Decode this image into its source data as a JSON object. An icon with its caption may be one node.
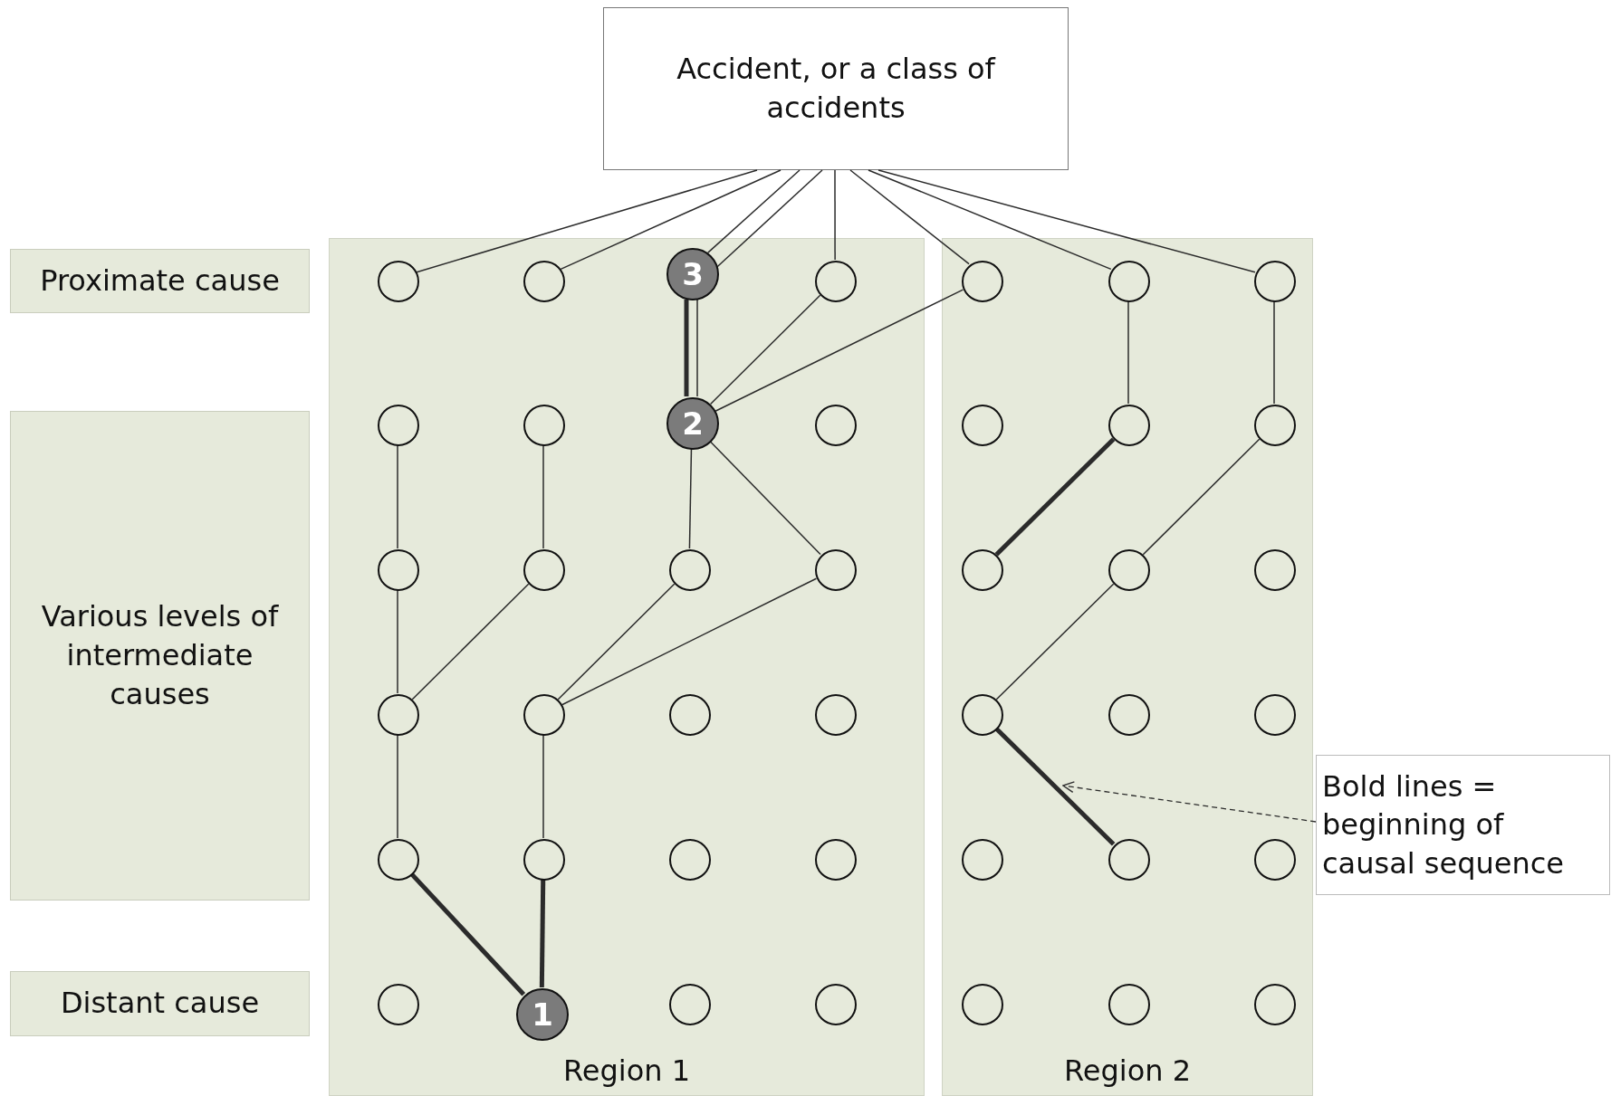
{
  "diagram": {
    "nodes": [
      {
        "text": [
          "Accident, or a class of accidents"
        ]
      },
      {
        "text": [
          "Proximate cause"
        ]
      },
      {
        "text": [
          "Various levels of intermediate causes"
        ]
      },
      {
        "text": [
          "Distant cause"
        ]
      },
      {
        "text": [
          "Region 1"
        ]
      },
      {
        "text": [
          "Region 2"
        ]
      },
      {
        "text": [],
        "shape": "circle",
        "in": 4
      },
      {
        "text": [],
        "shape": "circle",
        "in": 4
      },
      {
        "text": [
          "3"
        ],
        "in": 4
      },
      {
        "text": [],
        "shape": "circle",
        "in": 4
      },
      {
        "text": [],
        "shape": "circle",
        "in": 5
      },
      {
        "text": [],
        "shape": "circle",
        "in": 5
      },
      {
        "text": [],
        "shape": "circle",
        "in": 5
      },
      {
        "text": [],
        "shape": "circle",
        "in": 4
      },
      {
        "text": [],
        "shape": "circle",
        "in": 4
      },
      {
        "text": [
          "2"
        ],
        "in": 4
      },
      {
        "text": [],
        "shape": "circle",
        "in": 4
      },
      {
        "text": [],
        "shape": "circle",
        "in": 5
      },
      {
        "text": [],
        "shape": "circle",
        "in": 5
      },
      {
        "text": [],
        "shape": "circle",
        "in": 5
      },
      {
        "text": [],
        "shape": "circle",
        "in": 4
      },
      {
        "text": [],
        "shape": "circle",
        "in": 4
      },
      {
        "text": [],
        "shape": "circle",
        "in": 4
      },
      {
        "text": [],
        "shape": "circle",
        "in": 4
      },
      {
        "text": [],
        "shape": "circle",
        "in": 5
      },
      {
        "text": [],
        "shape": "circle",
        "in": 5
      },
      {
        "text": [],
        "shape": "circle",
        "in": 5
      },
      {
        "text": [],
        "shape": "circle",
        "in": 4
      },
      {
        "text": [],
        "shape": "circle",
        "in": 4
      },
      {
        "text": [],
        "shape": "circle",
        "in": 4
      },
      {
        "text": [],
        "shape": "circle",
        "in": 4
      },
      {
        "text": [],
        "shape": "circle",
        "in": 5
      },
      {
        "text": [],
        "shape": "circle",
        "in": 5
      },
      {
        "text": [],
        "shape": "circle",
        "in": 5
      },
      {
        "text": [],
        "shape": "circle",
        "in": 4
      },
      {
        "text": [],
        "shape": "circle",
        "in": 4
      },
      {
        "text": [],
        "shape": "circle",
        "in": 4
      },
      {
        "text": [],
        "shape": "circle",
        "in": 4
      },
      {
        "text": [],
        "shape": "circle",
        "in": 5
      },
      {
        "text": [],
        "shape": "circle",
        "in": 5
      },
      {
        "text": [],
        "shape": "circle",
        "in": 5
      },
      {
        "text": [],
        "shape": "circle",
        "in": 4
      },
      {
        "text": [
          "1"
        ],
        "in": 4
      },
      {
        "text": [],
        "shape": "circle",
        "in": 4
      },
      {
        "text": [],
        "shape": "circle",
        "in": 4
      },
      {
        "text": [],
        "shape": "circle",
        "in": 5
      },
      {
        "text": [],
        "shape": "circle",
        "in": 5
      },
      {
        "text": [],
        "shape": "circle",
        "in": 5
      },
      {
        "text": [
          "Bold lines = beginning of causal sequence"
        ]
      }
    ],
    "edges": [
      {
        "from": 0,
        "to": 6,
        "arrow": "none"
      },
      {
        "from": 0,
        "to": 7,
        "arrow": "none"
      },
      {
        "from": 0,
        "to": 8,
        "arrow": "none"
      },
      {
        "from": 0,
        "to": 8,
        "arrow": "none"
      },
      {
        "from": 0,
        "to": 9,
        "arrow": "none"
      },
      {
        "from": 0,
        "to": 10,
        "arrow": "none"
      },
      {
        "from": 0,
        "to": 11,
        "arrow": "none"
      },
      {
        "from": 0,
        "to": 12,
        "arrow": "none"
      },
      {
        "from": 8,
        "to": 15,
        "arrow": "none",
        "style": "thick"
      },
      {
        "from": 8,
        "to": 15,
        "arrow": "none"
      },
      {
        "from": 9,
        "to": 15,
        "arrow": "none"
      },
      {
        "from": 10,
        "to": 15,
        "arrow": "none"
      },
      {
        "from": 11,
        "to": 18,
        "arrow": "none"
      },
      {
        "from": 12,
        "to": 19,
        "arrow": "none"
      },
      {
        "from": 13,
        "to": 20,
        "arrow": "none"
      },
      {
        "from": 14,
        "to": 21,
        "arrow": "none"
      },
      {
        "from": 15,
        "to": 22,
        "arrow": "none"
      },
      {
        "from": 15,
        "to": 23,
        "arrow": "none"
      },
      {
        "from": 18,
        "to": 24,
        "arrow": "none",
        "style": "thick"
      },
      {
        "from": 19,
        "to": 25,
        "arrow": "none"
      },
      {
        "from": 20,
        "to": 27,
        "arrow": "none"
      },
      {
        "from": 21,
        "to": 27,
        "arrow": "none"
      },
      {
        "from": 22,
        "to": 28,
        "arrow": "none"
      },
      {
        "from": 23,
        "to": 28,
        "arrow": "none"
      },
      {
        "from": 25,
        "to": 31,
        "arrow": "none"
      },
      {
        "from": 27,
        "to": 34,
        "arrow": "none"
      },
      {
        "from": 28,
        "to": 35,
        "arrow": "none"
      },
      {
        "from": 31,
        "to": 39,
        "arrow": "none",
        "style": "thick"
      },
      {
        "from": 34,
        "to": 42,
        "arrow": "none",
        "style": "thick"
      },
      {
        "from": 35,
        "to": 42,
        "arrow": "none",
        "style": "thick"
      },
      {
        "from": 48,
        "to": null,
        "arrow": "to",
        "style": "dashed"
      }
    ]
  }
}
